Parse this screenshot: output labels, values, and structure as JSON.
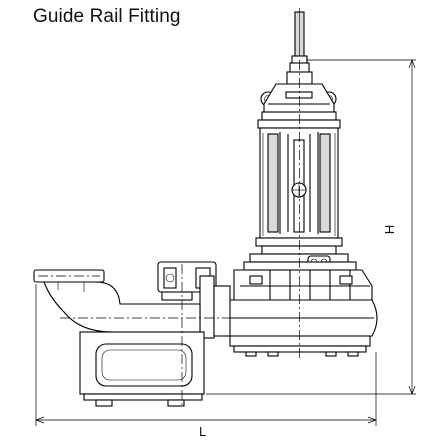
{
  "diagram": {
    "title": "Guide Rail Fitting",
    "dimension_height_label": "H",
    "dimension_length_label": "L"
  }
}
